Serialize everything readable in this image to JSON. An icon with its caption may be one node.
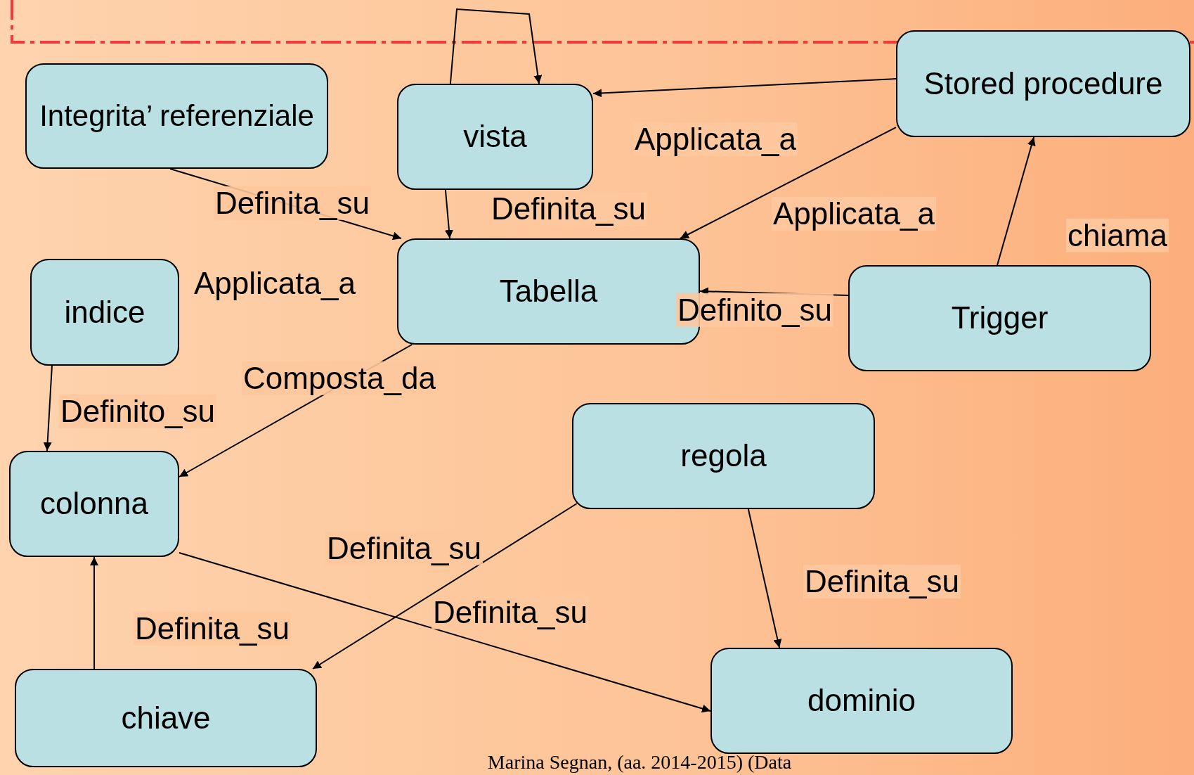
{
  "diagram": {
    "nodes": [
      {
        "text": [
          "Integrita’ referenziale"
        ]
      },
      {
        "text": [
          "vista"
        ]
      },
      {
        "text": [
          "Stored procedure"
        ]
      },
      {
        "text": [
          "Tabella"
        ]
      },
      {
        "text": [
          "indice"
        ]
      },
      {
        "text": [
          "Trigger"
        ]
      },
      {
        "text": [
          "colonna"
        ]
      },
      {
        "text": [
          "regola"
        ]
      },
      {
        "text": [
          "chiave"
        ]
      },
      {
        "text": [
          "dominio"
        ]
      }
    ],
    "edges": [
      {
        "from": 1,
        "to": 1,
        "arrow": "to"
      },
      {
        "from": 2,
        "to": 1,
        "arrow": "to",
        "label": "Applicata_a"
      },
      {
        "from": 2,
        "to": 3,
        "arrow": "to",
        "label": "Applicata_a"
      },
      {
        "from": 0,
        "to": 3,
        "arrow": "to",
        "label": "Definita_su"
      },
      {
        "from": 1,
        "to": 3,
        "arrow": "to",
        "label": "Definita_su"
      },
      {
        "from": 5,
        "to": 2,
        "arrow": "to",
        "label": "chiama"
      },
      {
        "from": 5,
        "to": 3,
        "arrow": "to",
        "label": "Definito_su"
      },
      {
        "from": 4,
        "to": 6,
        "arrow": "to",
        "label": "Definito_su"
      },
      {
        "from": 3,
        "to": 6,
        "arrow": "to",
        "label": "Composta_da"
      },
      {
        "from": 7,
        "to": 8,
        "arrow": "to",
        "label": "Definita_su"
      },
      {
        "from": 6,
        "to": 9,
        "arrow": "to",
        "label": "Definita_su"
      },
      {
        "from": 8,
        "to": 6,
        "arrow": "to",
        "label": "Definita_su"
      },
      {
        "from": 7,
        "to": 9,
        "arrow": "to",
        "label": "Definita_su"
      }
    ],
    "labels": [
      "Applicata_a",
      "Marina Segnan, (aa. 2014-2015) (Data"
    ]
  }
}
